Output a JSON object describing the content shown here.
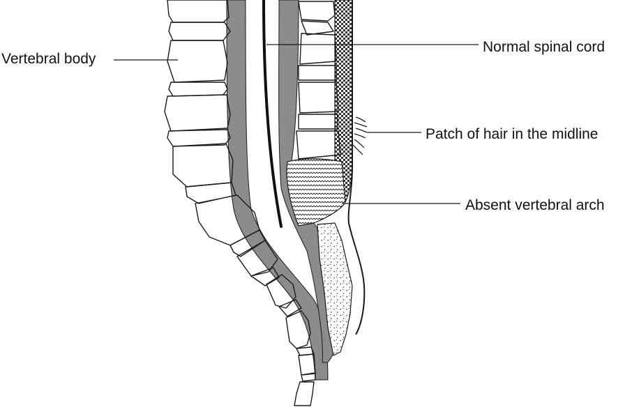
{
  "labels": {
    "vertebral_body": "Vertebral body",
    "normal_spinal_cord": "Normal spinal cord",
    "patch_of_hair": "Patch of hair in the midline",
    "absent_vertebral_arch": "Absent vertebral arch"
  },
  "colors": {
    "line": "#1a1a1a",
    "dura": "#8c8c8c",
    "bone": "#ffffff",
    "background": "#ffffff"
  }
}
